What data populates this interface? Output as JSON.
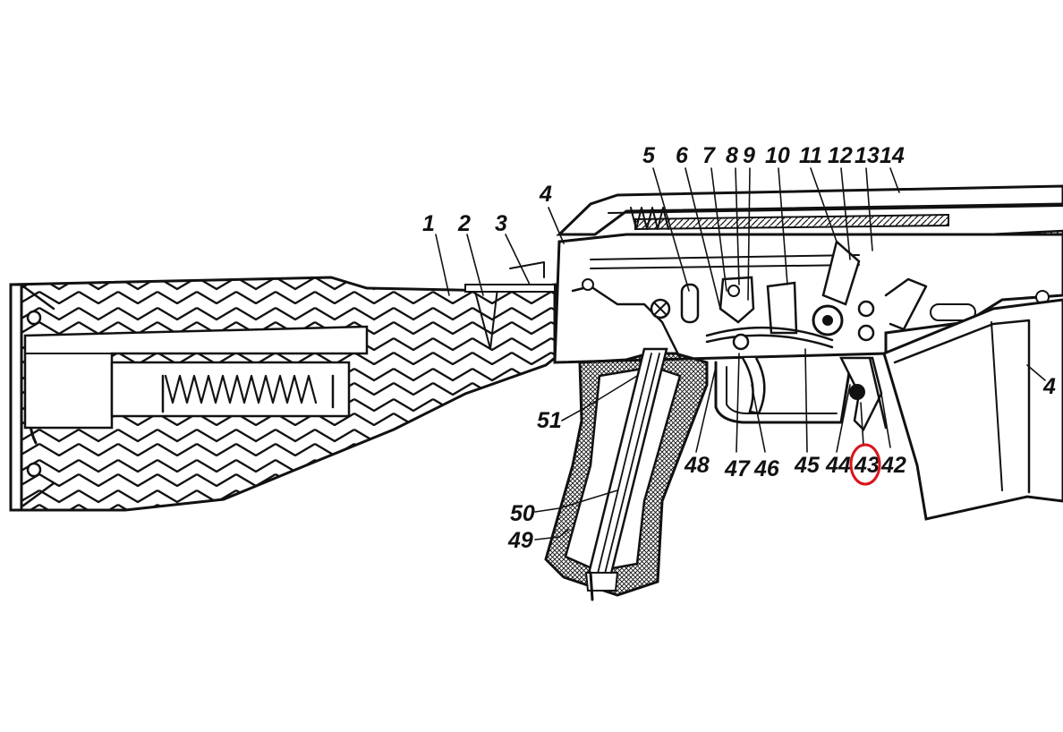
{
  "diagram": {
    "colors": {
      "ink": "#111111",
      "paper": "#ffffff",
      "highlight": "#d8141e"
    },
    "callouts": [
      "1",
      "2",
      "3",
      "4",
      "5",
      "6",
      "7",
      "8",
      "9",
      "10",
      "11",
      "12",
      "13",
      "14",
      "4",
      "42",
      "43",
      "44",
      "45",
      "46",
      "47",
      "48",
      "49",
      "50",
      "51"
    ],
    "highlighted_callout": "43"
  }
}
